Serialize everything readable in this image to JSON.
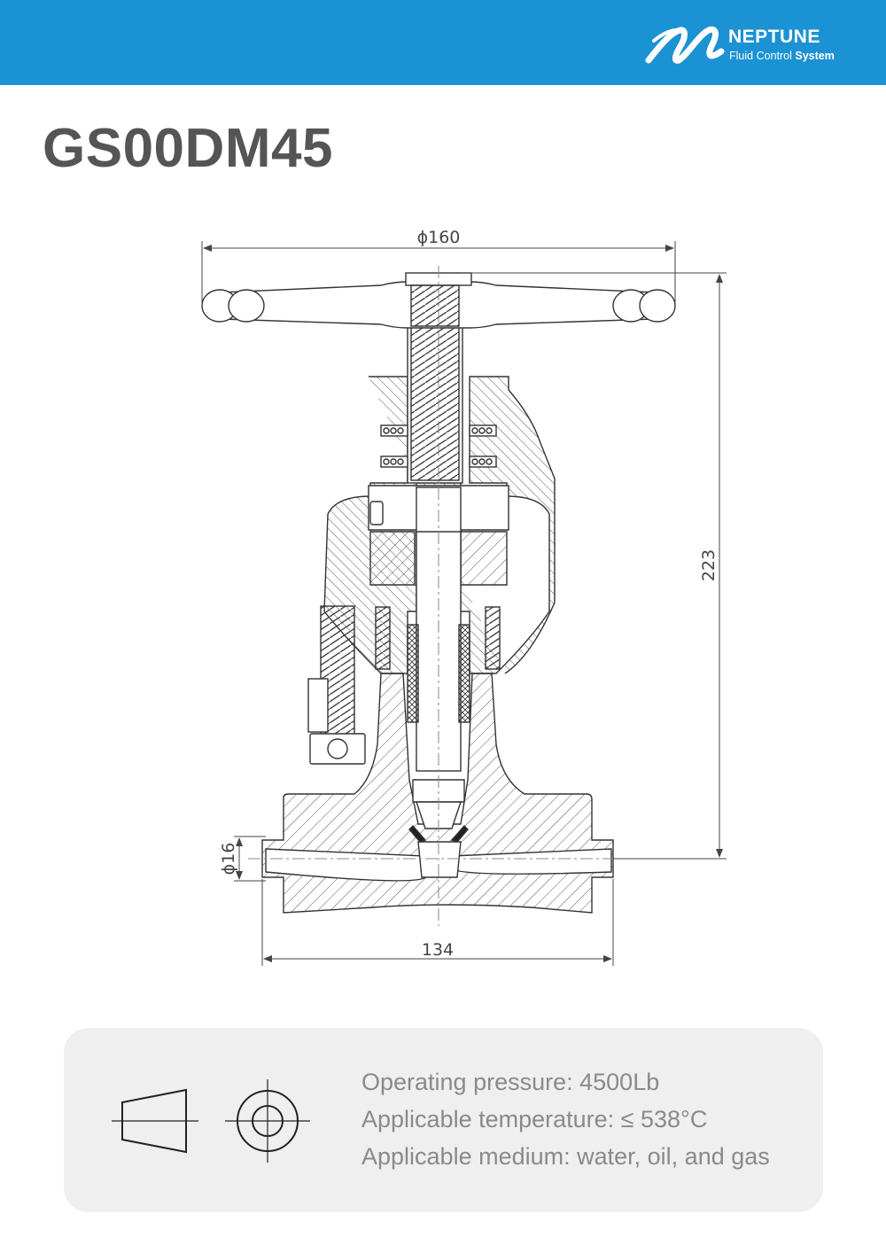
{
  "brand": {
    "name": "NEPTUNE",
    "tagline_prefix": "Fluid Control",
    "tagline_bold": "System",
    "colors": {
      "header_bg": "#1b92d3",
      "logo_fg": "#ffffff"
    }
  },
  "product": {
    "model": "GS00DM45"
  },
  "drawing": {
    "dimensions": {
      "handwheel_diameter": "ϕ160",
      "height": "223",
      "port_diameter": "ϕ16",
      "length": "134"
    }
  },
  "specs": {
    "icons": [
      "first-angle-projection-frustum-icon",
      "first-angle-projection-circles-icon"
    ],
    "lines": [
      "Operating pressure: 4500Lb",
      "Applicable temperature: ≤ 538°C",
      "Applicable medium: water, oil, and gas"
    ]
  }
}
